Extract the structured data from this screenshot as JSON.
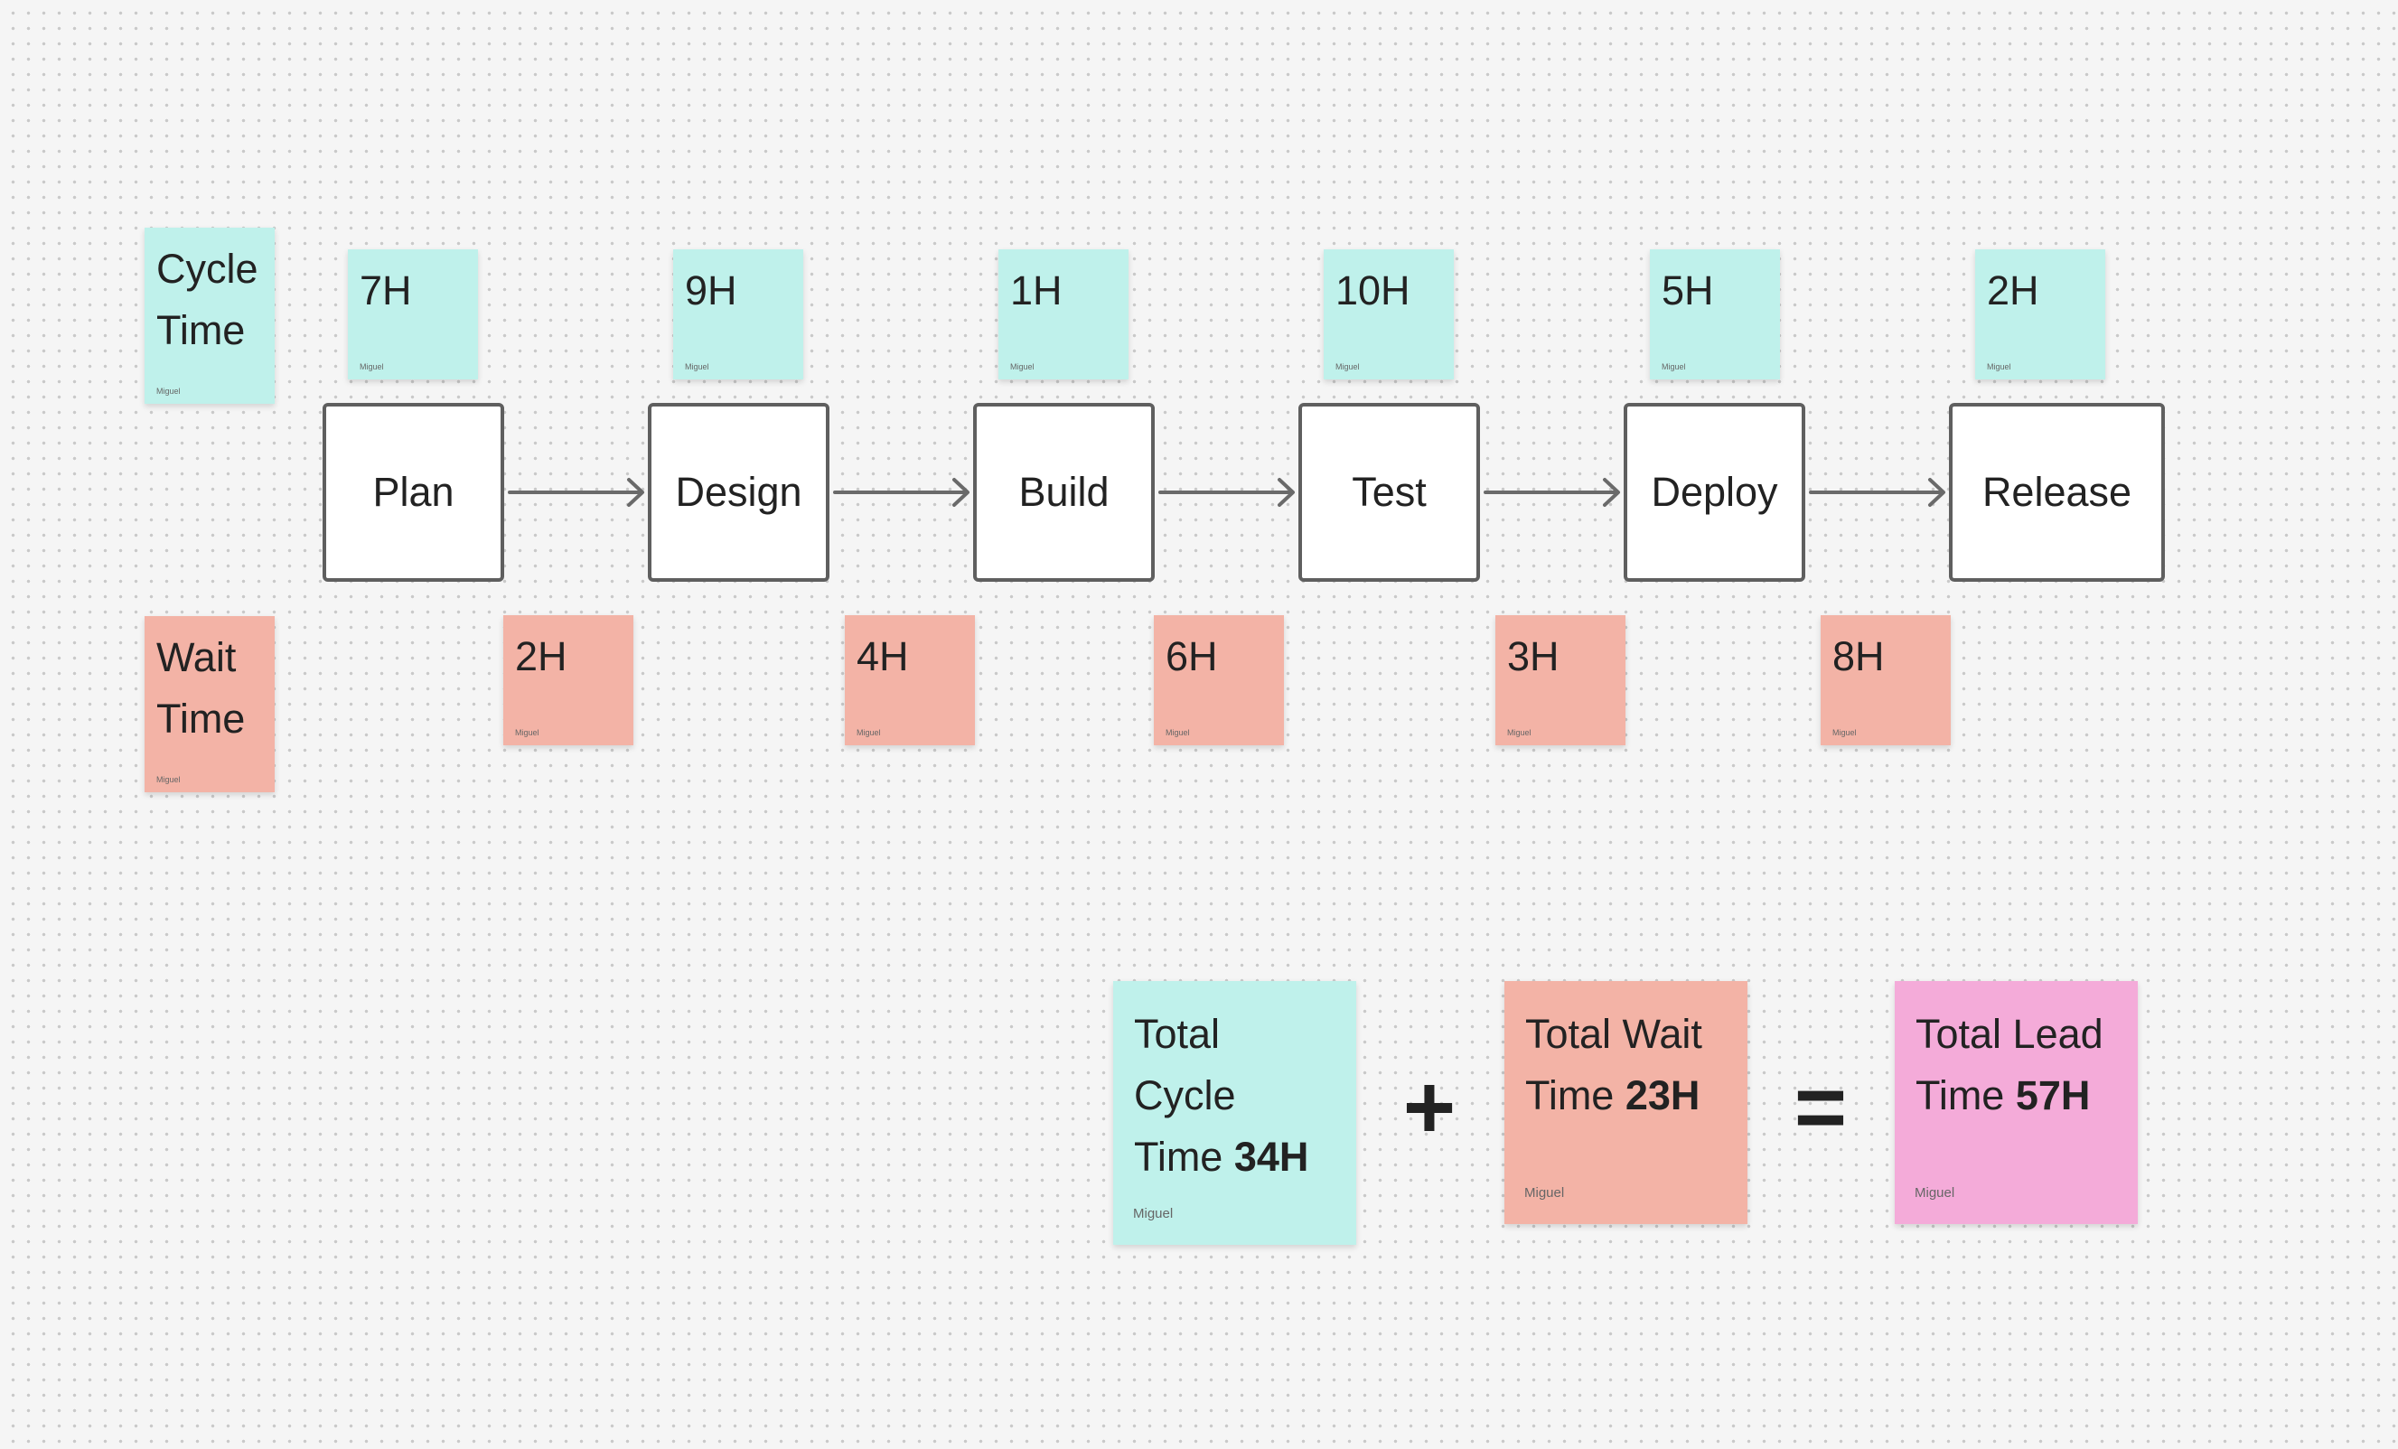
{
  "colors": {
    "cycle": "#bff1eb",
    "wait": "#f3b3a6",
    "lead": "#f4abd9",
    "stage_border": "#5f5f5f"
  },
  "labels": {
    "cycle": {
      "line1": "Cycle",
      "line2": "Time",
      "author": "Miguel"
    },
    "wait": {
      "line1": "Wait",
      "line2": "Time",
      "author": "Miguel"
    }
  },
  "stages": [
    {
      "name": "Plan",
      "cycle": "7H",
      "wait": "2H"
    },
    {
      "name": "Design",
      "cycle": "9H",
      "wait": "4H"
    },
    {
      "name": "Build",
      "cycle": "1H",
      "wait": "6H"
    },
    {
      "name": "Test",
      "cycle": "10H",
      "wait": "3H"
    },
    {
      "name": "Deploy",
      "cycle": "5H",
      "wait": "8H"
    },
    {
      "name": "Release",
      "cycle": "2H"
    }
  ],
  "author": "Miguel",
  "totals": {
    "cycle": {
      "line1": "Total",
      "line2": "Cycle",
      "line3_prefix": "Time ",
      "value": "34H",
      "author": "Miguel"
    },
    "wait": {
      "line1": "Total Wait",
      "line2_prefix": "Time ",
      "value": "23H",
      "author": "Miguel"
    },
    "lead": {
      "line1": "Total Lead",
      "line2_prefix": "Time ",
      "value": "57H",
      "author": "Miguel"
    },
    "plus": "+",
    "equals": "="
  }
}
